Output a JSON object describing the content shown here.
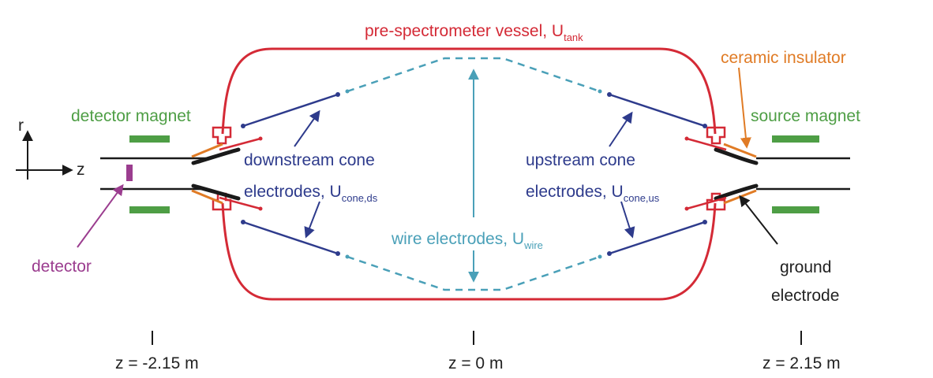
{
  "labels": {
    "vessel": {
      "main": "pre-spectrometer vessel, U",
      "sub": "tank"
    },
    "ceramic": "ceramic insulator",
    "detector_magnet": "detector magnet",
    "source_magnet": "source magnet",
    "axis_r": "r",
    "axis_z": "z",
    "downstream_line1": "downstream cone",
    "downstream_line2": {
      "main": "electrodes, U",
      "sub": "cone,ds"
    },
    "upstream_line1": "upstream cone",
    "upstream_line2": {
      "main": "electrodes, U",
      "sub": "cone,us"
    },
    "wire": {
      "main": "wire electrodes, U",
      "sub": "wire"
    },
    "detector": "detector",
    "ground_line1": "ground",
    "ground_line2": "electrode",
    "z_left": "z = -2.15 m",
    "z_center": "z = 0 m",
    "z_right": "z = 2.15 m"
  },
  "colors": {
    "vessel": "#d42a36",
    "ceramic": "#e07b25",
    "magnet": "#4e9e45",
    "cone": "#2e3b8c",
    "wire": "#4aa0b8",
    "detector": "#9b3d8f",
    "ground": "#1a1a1a",
    "text": "#222222"
  }
}
